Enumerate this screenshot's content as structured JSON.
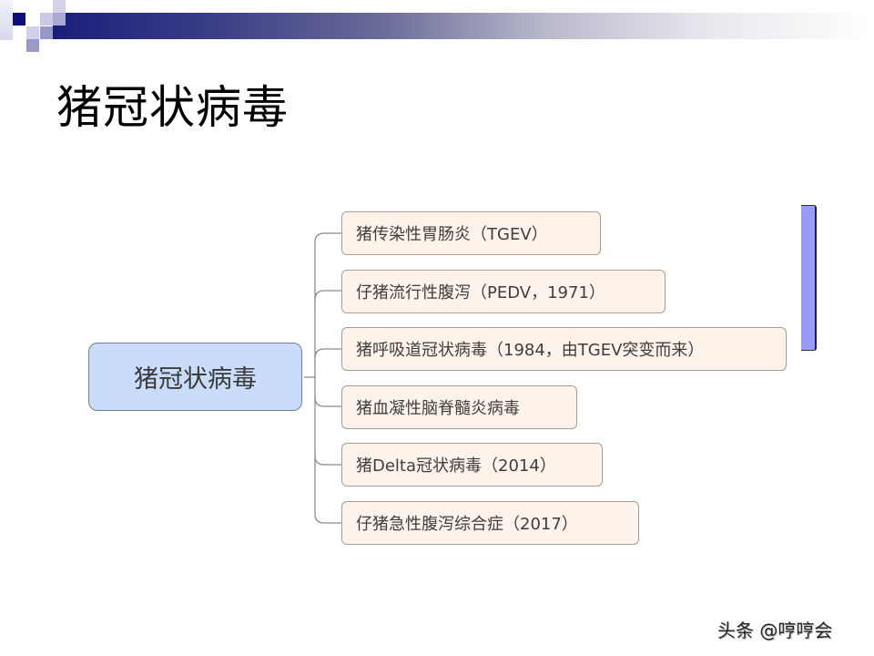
{
  "slide": {
    "title": "猪冠状病毒"
  },
  "mindmap": {
    "root": {
      "label": "猪冠状病毒"
    },
    "children": [
      {
        "label": "猪传染性胃肠炎（TGEV）"
      },
      {
        "label": "仔猪流行性腹泻（PEDV，1971）"
      },
      {
        "label": "猪呼吸道冠状病毒（1984，由TGEV突变而来）"
      },
      {
        "label": "猪血凝性脑脊髓炎病毒"
      },
      {
        "label": "猪Delta冠状病毒（2014）"
      },
      {
        "label": "仔猪急性腹泻综合症（2017）"
      }
    ]
  },
  "watermark": {
    "text": "头条 @哼哼会"
  },
  "colors": {
    "root_fill": "#c9dcfb",
    "child_fill": "#fdf3ea",
    "side_bar": "#9a9af9",
    "header_dark": "#1a1f7a"
  }
}
